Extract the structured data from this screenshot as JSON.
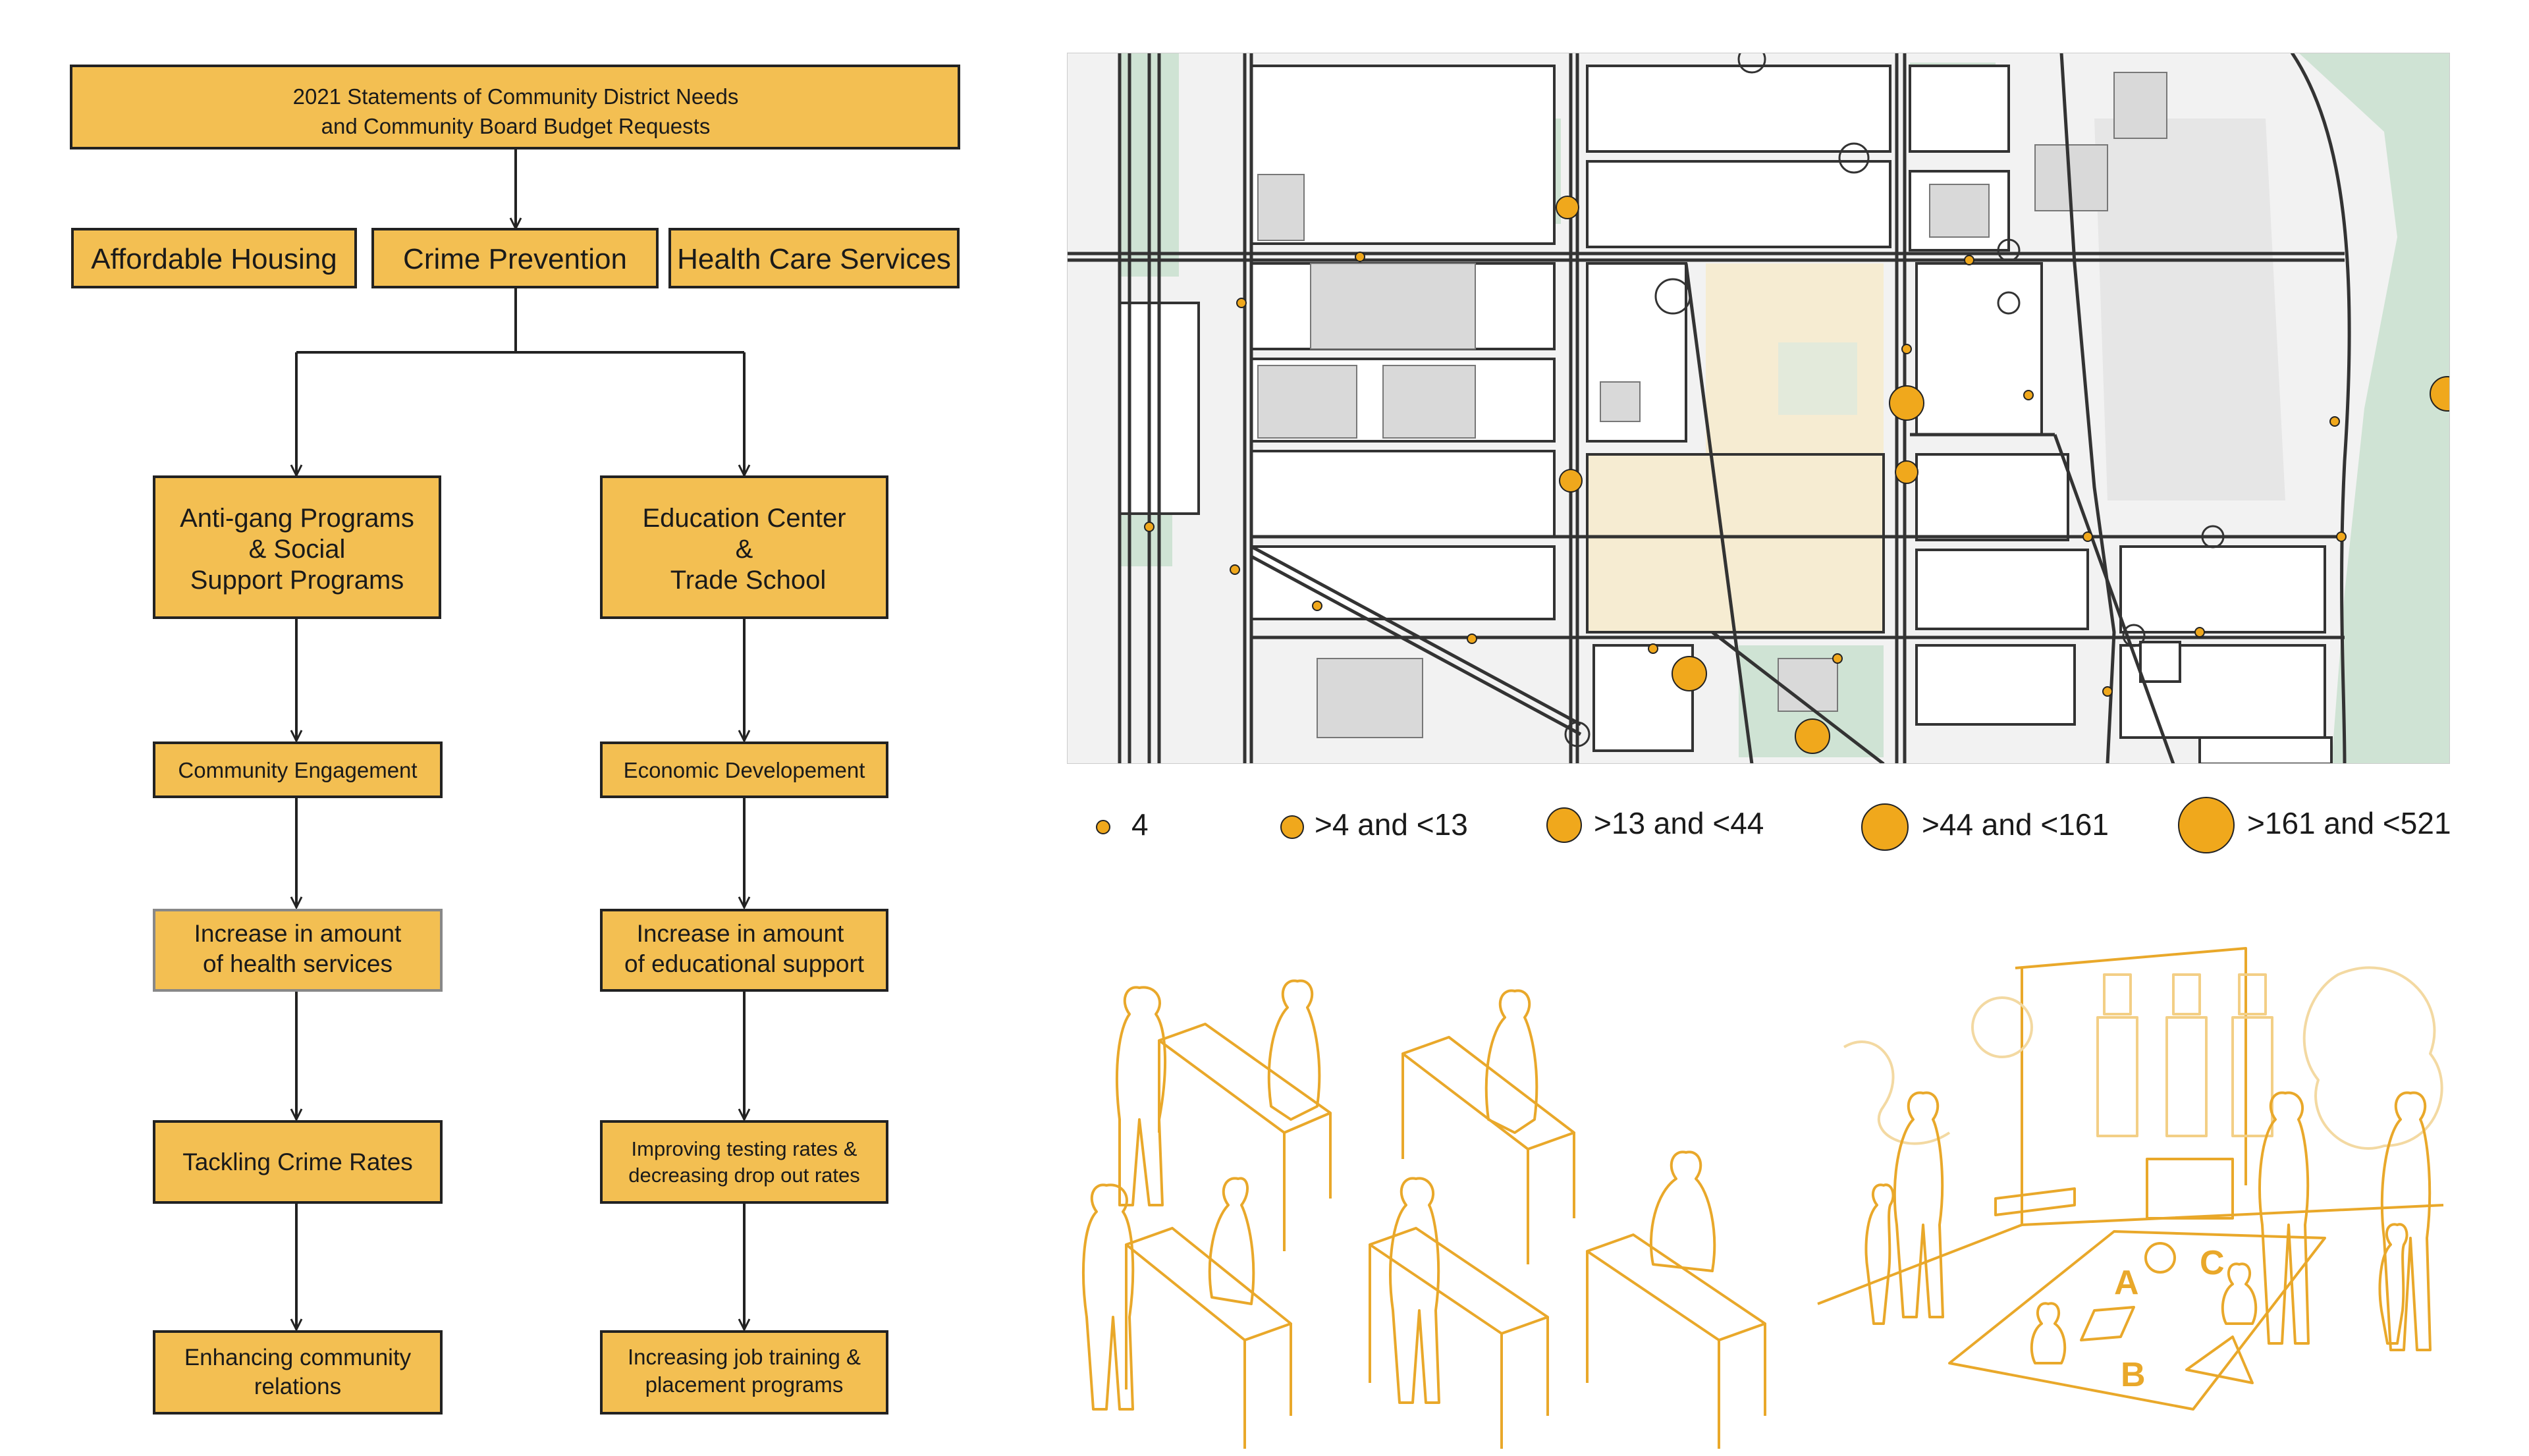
{
  "colors": {
    "box_fill": "#f3bf52",
    "box_stroke": "#222222",
    "dot_fill": "#f0a81c",
    "dot_stroke": "#222222",
    "street": "#333333",
    "block_fill": "#ffffff",
    "building_fill": "#d9d9d9",
    "park_fill": "#cfe3d4",
    "campus_fill": "#f6ecd2",
    "sketch_stroke": "#e9a82a"
  },
  "flowchart": {
    "header": {
      "line1": "2021 Statements of Community District Needs",
      "line2": "and Community Board Budget Requests"
    },
    "needs": [
      "Affordable Housing",
      "Crime Prevention",
      "Health Care Services"
    ],
    "left_branch": {
      "program": [
        "Anti-gang Programs",
        "& Social",
        "Support Programs"
      ],
      "steps": [
        [
          "Community Engagement"
        ],
        [
          "Increase in amount",
          "of health services"
        ],
        [
          "Tackling Crime Rates"
        ],
        [
          "Enhancing community",
          "relations"
        ]
      ]
    },
    "right_branch": {
      "program": [
        "Education Center",
        "&",
        "Trade School"
      ],
      "steps": [
        [
          "Economic Developement"
        ],
        [
          "Increase in amount",
          "of educational support"
        ],
        [
          "Improving testing rates &",
          "decreasing drop out rates"
        ],
        [
          "Increasing job training &",
          "placement programs"
        ]
      ]
    }
  },
  "map": {
    "legend": [
      {
        "label": "4",
        "size_class": 1
      },
      {
        "label": ">4 and <13",
        "size_class": 2
      },
      {
        "label": ">13 and <44",
        "size_class": 3
      },
      {
        "label": ">44 and <161",
        "size_class": 4
      },
      {
        "label": ">161 and <521",
        "size_class": 5
      }
    ]
  },
  "illustration": {
    "rug_letters": [
      "A",
      "C",
      "B"
    ]
  }
}
